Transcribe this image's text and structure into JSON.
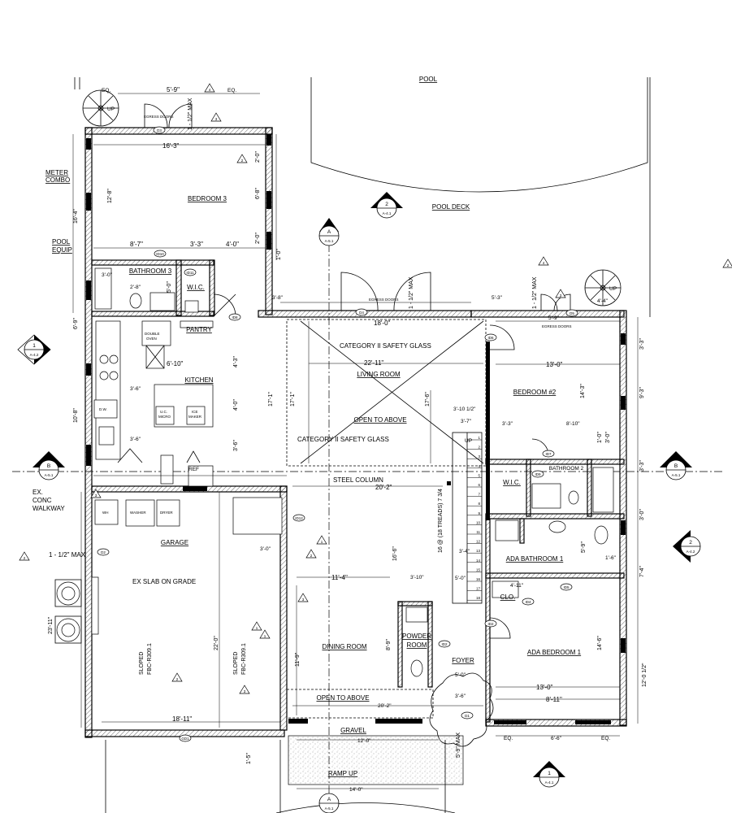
{
  "rooms": {
    "pool": "POOL",
    "pool_deck": "POOL DECK",
    "bedroom3": "BEDROOM 3",
    "bathroom3": "BATHROOM 3",
    "wic": "W.I.C.",
    "pantry": "PANTRY",
    "kitchen": "KITCHEN",
    "living": "LIVING ROOM",
    "bedroom2": "BEDROOM #2",
    "bathroom2": "BATHROOM 2",
    "wic2": "W.I.C.",
    "garage": "GARAGE",
    "ada_bath": "ADA BATHROOM 1",
    "dining": "DINING ROOM",
    "powder": "POWDER",
    "powder2": "ROOM",
    "foyer": "FOYER",
    "ada_bed": "ADA BEDROOM 1",
    "clo": "CLO.",
    "gravel": "GRAVEL",
    "ramp": "RAMP UP"
  },
  "notes": {
    "meter1": "METER",
    "meter2": "COMBO",
    "poolequip1": "POOL",
    "poolequip2": "EQUIP",
    "safety_glass_1": "CATEGORY II SAFETY GLASS",
    "safety_glass_2": "CATEGORY II SAFETY GLASS",
    "open_above_1": "OPEN TO ABOVE",
    "open_above_2": "OPEN TO ABOVE",
    "steel_column": "STEEL COLUMN",
    "ex_slab": "EX SLAB ON GRADE",
    "ex_conc1": "EX.",
    "ex_conc2": "CONC",
    "ex_conc3": "WALKWAY",
    "egress_doors_1": "EGRESS DOORS",
    "egress_doors_2": "EGRESS DOORS",
    "egress_doors_3": "EGRESS DOORS",
    "sloped1": "SLOPED",
    "fbc1": "FBC-R309.1",
    "sloped2": "SLOPED",
    "fbc2": "FBC-R309.1",
    "stair_note": "16 @ (18 TREADS) 7 3/4",
    "up": "UP",
    "up2": "UP",
    "up3": "UP",
    "ref": "REF",
    "washer": "WASHER",
    "dryer": "DRYER",
    "wh": "WH",
    "max1": "1 - 1/2\" MAX",
    "max2": "1 - 1/2\" MAX",
    "max3": "1 - 1/2\" MAX",
    "max4": "1 - 1/2\" MAX",
    "max5": "5'-9\" MAX",
    "dbl_oven1": "DOUBLE",
    "dbl_oven2": "OVEN",
    "uc_micro1": "U.C.",
    "uc_micro2": "MICRO",
    "ice1": "ICE",
    "ice2": "MAKER",
    "dw": "D.W."
  },
  "dims": {
    "d16_3": "16'-3\"",
    "d8_7": "8'-7\"",
    "d3_3": "3'-3\"",
    "d4_0": "4'-0\"",
    "d12_8": "12'-8\"",
    "d6_8": "6'-8\"",
    "d2_0a": "2'-0\"",
    "d2_0b": "2'-0\"",
    "d1_0": "1'-0\"",
    "d16_4": "16'-4\"",
    "d3_0a": "3'-0\"",
    "d2_8": "2'-8\"",
    "d5_0": "5'-0\"",
    "d3_8": "3'-8\"",
    "d18_0": "18'-0\"",
    "d5_3": "5'-3\"",
    "d5_9": "5'-9\"",
    "d4_4": "4'-4\"",
    "d6_10": "6'-10\"",
    "d22_11": "22'-11\"",
    "d13_0a": "13'-0\"",
    "d14_3": "14'-3\"",
    "d3_6a": "3'-6\"",
    "d4_3": "4'-3\"",
    "d4_0b": "4'-0\"",
    "d3_6b": "3'-6\"",
    "d17_1a": "17'-1\"",
    "d17_1b": "17'-1\"",
    "d17_6": "17'-6\"",
    "d3_10_half": "3'-10 1/2\"",
    "d3_7": "3'-7\"",
    "d3_3b": "3'-3\"",
    "d8_10": "8'-10\"",
    "d1_0b": "1'-0\"",
    "d3_0b": "3'-0\"",
    "d20_2a": "20'-2\"",
    "d3_0c": "3'-0\"",
    "d3_4": "3'-4\"",
    "d11_4": "11'-4\"",
    "d3_10": "3'-10\"",
    "d5_0b": "5'-0\"",
    "d16_6": "16'-6\"",
    "d5_9b": "5'-9\"",
    "d4_11": "4'-11\"",
    "d14_6": "14'-6\"",
    "d12_0_half": "12'-0 1/2\"",
    "d11_9": "11'-9\"",
    "d8_9": "8'-9\"",
    "d5_0c": "5'-0\"",
    "d3_6c": "3'-6\"",
    "d20_2b": "20'-2\"",
    "d13_0b": "13'-0\"",
    "d8_11": "8'-11\"",
    "d18_11": "18'-11\"",
    "d22_0": "22'-0\"",
    "d23_11": "23'-11\"",
    "d12_0": "12'-0\"",
    "d14_0": "14'-0\"",
    "d1_5": "1'-5\"",
    "d6_6": "6'-6\"",
    "d3_3c": "3'-3\"",
    "d3_3d": "3'-3\"",
    "d3_0d": "3'-0\"",
    "d7_4": "7'-4\"",
    "d9_3": "9'-3\"",
    "d10_8": "10'-8\"",
    "d6_9": "6'-9\"",
    "eq1": "EQ.",
    "eq2": "EQ.",
    "eq3": "EQ.",
    "eq4": "EQ.",
    "d5_9c": "5'-9\"",
    "d1_6": "1'-6\""
  },
  "markers": {
    "s1": {
      "num": "1",
      "ref": "A-4.2"
    },
    "s2": {
      "num": "2",
      "ref": "A-4.2"
    },
    "s3": {
      "num": "2",
      "ref": "A-4.1"
    },
    "s4": {
      "num": "1",
      "ref": "A-4.1"
    },
    "sA1": {
      "num": "A",
      "ref": "A-5.1"
    },
    "sA2": {
      "num": "A",
      "ref": "A-5.1"
    },
    "sB1": {
      "num": "B",
      "ref": "A-5.1"
    },
    "sB2": {
      "num": "B",
      "ref": "A-5.1"
    }
  },
  "tags": {
    "d1": "D1",
    "d2": "D2",
    "d3": "D3",
    "d4": "D4",
    "d5": "D5",
    "id1": "ID1",
    "id2": "ID2",
    "id3": "ID3",
    "id4": "ID4",
    "id5": "ID5",
    "id6": "ID6",
    "id7": "ID7",
    "id8": "ID8",
    "id9": "ID9",
    "id10": "ID10",
    "id11": "ID11",
    "id12": "ID12",
    "gd1": "GD1",
    "t4": "4",
    "t3": "3",
    "t2": "2",
    "t1": "1",
    "t2b": "2",
    "t3b": "3",
    "t4b": "4",
    "t3c": "3",
    "t2c": "2",
    "t1b": "1",
    "t3d": "3",
    "t1c": "1",
    "t2d": "2",
    "t2e": "2",
    "t3e": "3"
  },
  "stair_numbers": [
    "1",
    "2",
    "3",
    "4",
    "5",
    "6",
    "7",
    "8",
    "9",
    "10",
    "11",
    "12",
    "13",
    "14",
    "15",
    "16",
    "17",
    "18"
  ]
}
